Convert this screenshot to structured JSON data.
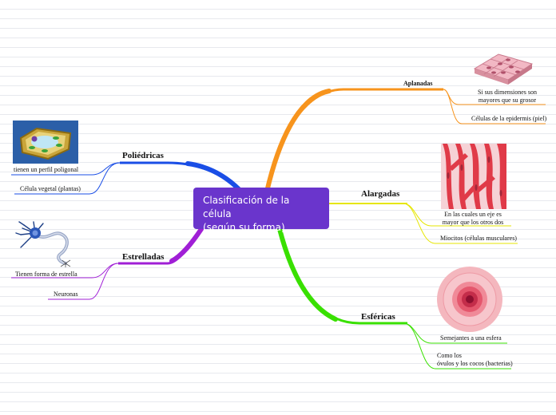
{
  "central": {
    "line1": "Clasificación de la célula",
    "line2": "(según su forma)",
    "color": "#6a35cc"
  },
  "branches": {
    "aplanadas": {
      "title": "Aplanadas",
      "color": "#f7941d",
      "image": "epithelial-cells-image",
      "desc_line1": "Si sus dimensiones son",
      "desc_line2": "mayores que su grosor",
      "example": "Células de la epidermis (piel)"
    },
    "alargadas": {
      "title": "Alargadas",
      "color": "#e6e600",
      "image": "muscle-cells-image",
      "desc_line1": "En las cuales un eje es",
      "desc_line2": "mayor que los otros dos",
      "example": "Miocitos (células musculares)"
    },
    "esfericas": {
      "title": "Esféricas",
      "color": "#39e000",
      "image": "ovum-cell-image",
      "desc": "Semejantes a una esfera",
      "example_line1": "Como los",
      "example_line2": "óvulos y los cocos (bacterias)"
    },
    "poliedricas": {
      "title": "Poliédricas",
      "color": "#1a4ee6",
      "image": "plant-cell-image",
      "desc": "tienen un perfil poligonal",
      "example": "Célula vegetal (plantas)"
    },
    "estrelladas": {
      "title": "Estrelladas",
      "color": "#a01fd6",
      "image": "neuron-image",
      "desc": "Tienen forma de estrella",
      "example": "Neuronas"
    }
  }
}
